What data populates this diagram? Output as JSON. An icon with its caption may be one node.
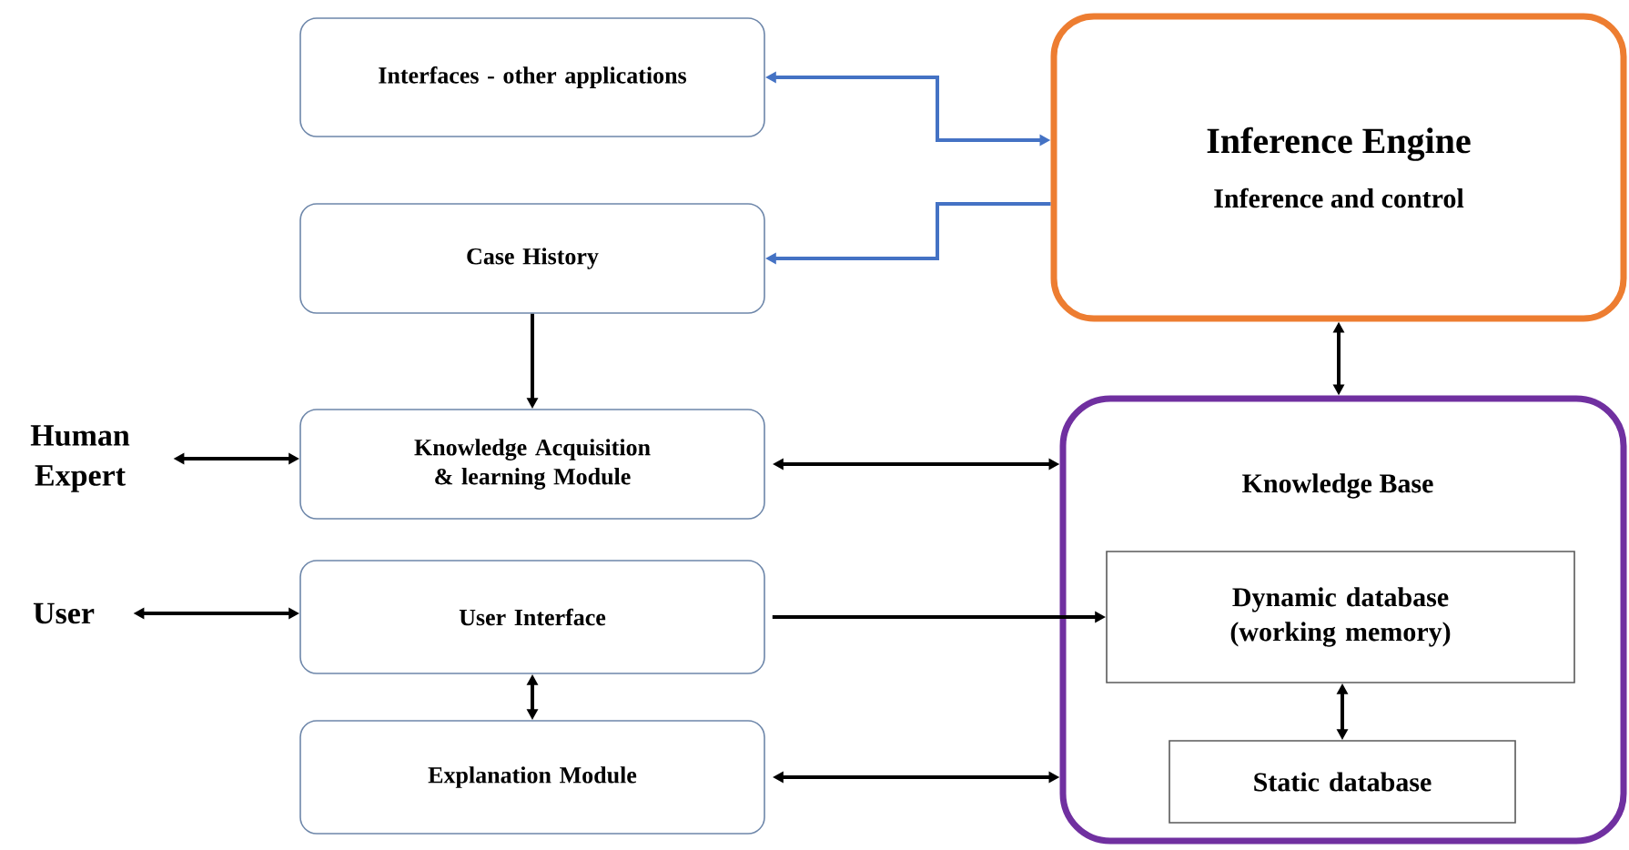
{
  "diagram": {
    "nodes": [
      {
        "text": [
          "Interfaces - other applications"
        ]
      },
      {
        "text": [
          "Inference Engine",
          "Inference and control"
        ]
      },
      {
        "text": [
          "Case History"
        ]
      },
      {
        "text": [
          "Human Expert"
        ]
      },
      {
        "text": [
          "Knowledge Acquisition & learning Module"
        ]
      },
      {
        "text": [
          "Knowledge Base"
        ]
      },
      {
        "text": [
          "User"
        ]
      },
      {
        "text": [
          "User Interface"
        ]
      },
      {
        "text": [
          "Dynamic database (working memory)"
        ],
        "in": 5
      },
      {
        "text": [
          "Explanation Module"
        ]
      },
      {
        "text": [
          "Static  database"
        ],
        "in": 5
      }
    ],
    "edges": [
      {
        "from": 1,
        "to": 0,
        "arrow": "both",
        "color": "#4472c4"
      },
      {
        "from": 1,
        "to": 2,
        "arrow": "to",
        "color": "#4472c4"
      },
      {
        "from": 2,
        "to": 4,
        "arrow": "to"
      },
      {
        "from": 3,
        "to": 4,
        "arrow": "both"
      },
      {
        "from": 4,
        "to": 5,
        "arrow": "both"
      },
      {
        "from": 6,
        "to": 7,
        "arrow": "both"
      },
      {
        "from": 7,
        "to": 8,
        "arrow": "to"
      },
      {
        "from": 7,
        "to": 9,
        "arrow": "both"
      },
      {
        "from": 9,
        "to": 5,
        "arrow": "both"
      },
      {
        "from": 1,
        "to": 5,
        "arrow": "both"
      },
      {
        "from": 8,
        "to": 10,
        "arrow": "both"
      }
    ]
  }
}
